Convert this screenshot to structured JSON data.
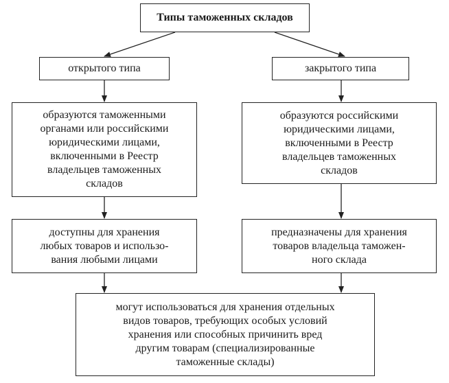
{
  "diagram": {
    "title": "Типы таможенных складов",
    "open": {
      "label": "открытого типа",
      "formed_by": "образуются таможенными\nорганами или российскими\nюридическими лицами,\nвключенными в Реестр\nвладельцев таможенных\nскладов",
      "purpose": "доступны для хранения\nлюбых товаров и использо-\nвания любыми лицами"
    },
    "closed": {
      "label": "закрытого типа",
      "formed_by": "образуются российскими\nюридическими лицами,\nвключенными в Реестр\nвладельцев таможенных\nскладов",
      "purpose": "предназначены для хранения\nтоваров владельца таможен-\nного склада"
    },
    "common": "могут использоваться для хранения отдельных\nвидов товаров, требующих особых условий\nхранения или способных причинить вред\nдругим товарам (специализированные\nтаможенные склады)"
  }
}
